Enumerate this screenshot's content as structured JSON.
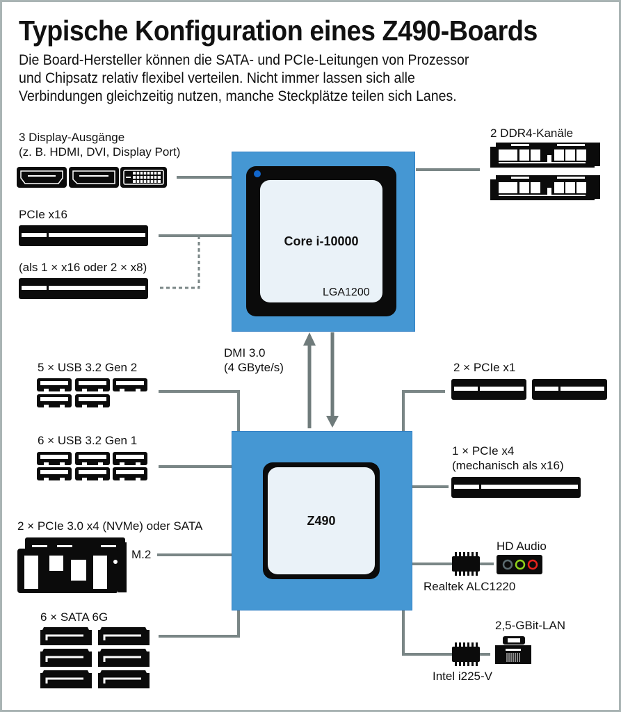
{
  "title": "Typische Konfiguration eines Z490-Boards",
  "intro": [
    "Die Board-Hersteller können die SATA- und PCIe-Leitungen von Prozessor",
    "und Chipsatz relativ flexibel verteilen. Nicht immer lassen sich alle",
    "Verbindungen gleichzeitig nutzen, manche Steckplätze teilen sich Lanes."
  ],
  "colors": {
    "chip_blue": "#4597d3",
    "connector_gray": "#7a8686",
    "audio_gray": "#5a6b70",
    "audio_green": "#8fd11a",
    "audio_red": "#e8231e",
    "cpu_dot": "#1166cc"
  },
  "cpu": {
    "name": "Core i-10000",
    "socket": "LGA1200"
  },
  "chipset": {
    "name": "Z490"
  },
  "dmi": {
    "line1": "DMI 3.0",
    "line2": "(4 GByte/s)"
  },
  "cpu_connections": {
    "display": {
      "line1": "3 Display-Ausgänge",
      "line2": "(z. B. HDMI, DVI, Display Port)",
      "ports": [
        "HDMI",
        "DisplayPort",
        "DVI"
      ]
    },
    "pcie_x16": {
      "label": "PCIe x16",
      "note": "(als 1 × x16 oder 2 × x8)"
    },
    "ddr4": {
      "label": "2 DDR4-Kanäle",
      "count": 2
    }
  },
  "chipset_connections": {
    "usb_gen2": {
      "label": "5 × USB 3.2 Gen 2",
      "count": 5
    },
    "usb_gen1": {
      "label": "6 × USB 3.2 Gen 1",
      "count": 6
    },
    "m2": {
      "label": "2 × PCIe 3.0 x4 (NVMe) oder SATA",
      "port": "M.2"
    },
    "sata": {
      "label": "6 × SATA 6G",
      "count": 6
    },
    "pcie_x1": {
      "label": "2 × PCIe x1",
      "count": 2
    },
    "pcie_x4": {
      "line1": "1 × PCIe x4",
      "line2": "(mechanisch als x16)"
    },
    "audio": {
      "label": "HD Audio",
      "chip": "Realtek ALC1220"
    },
    "lan": {
      "label": "2,5-GBit-LAN",
      "chip": "Intel i225-V"
    }
  }
}
